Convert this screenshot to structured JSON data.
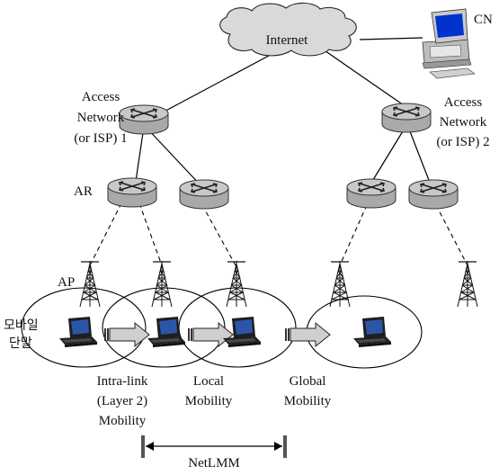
{
  "nodes": {
    "internet": "Internet",
    "cn": "CN",
    "access_network_1": [
      "Access",
      "Network",
      "(or ISP) 1"
    ],
    "access_network_2": [
      "Access",
      "Network",
      "(or ISP) 2"
    ],
    "ar": "AR",
    "ap": "AP",
    "mobile_terminal": [
      "모바일",
      "단말"
    ]
  },
  "mobility_labels": {
    "intra_link": [
      "Intra-link",
      "(Layer 2)",
      "Mobility"
    ],
    "local": [
      "Local",
      "Mobility"
    ],
    "global": [
      "Global",
      "Mobility"
    ]
  },
  "netlmm": "NetLMM",
  "colors": {
    "router_top": "#c8c8c8",
    "router_body": "#a9a9a9",
    "cloud": "#d9d9d9",
    "arrow": "#cfcfcf",
    "screen": "#2c55a8",
    "laptop": "#1e1e1e",
    "line": "#000000"
  },
  "icons": [
    "cloud-icon",
    "router-icon",
    "antenna-tower-icon",
    "laptop-icon",
    "desktop-computer-icon"
  ]
}
